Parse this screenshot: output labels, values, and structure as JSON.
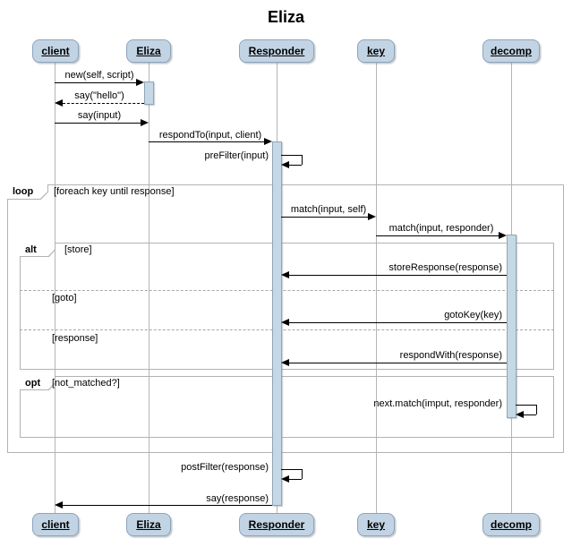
{
  "title": "Eliza",
  "participants": [
    {
      "name": "client"
    },
    {
      "name": "Eliza"
    },
    {
      "name": "Responder"
    },
    {
      "name": "key"
    },
    {
      "name": "decomp"
    }
  ],
  "frames": {
    "loop": {
      "label": "loop",
      "guard": "[foreach key until response]"
    },
    "alt": {
      "label": "alt",
      "guard": "[store]",
      "divider_goto": "[goto]",
      "divider_response": "[response]"
    },
    "opt": {
      "label": "opt",
      "guard": "[not_matched?]"
    }
  },
  "messages": [
    {
      "label": "new(self, script)",
      "type": "solid-right"
    },
    {
      "label": "say(\"hello\")",
      "type": "dashed-return-left"
    },
    {
      "label": "say(input)",
      "type": "solid-right"
    },
    {
      "label": "respondTo(input, client)",
      "type": "solid-right"
    },
    {
      "label": "preFilter(input)",
      "type": "self"
    },
    {
      "label": "match(input, self)",
      "type": "solid-right"
    },
    {
      "label": "match(input, responder)",
      "type": "solid-right"
    },
    {
      "label": "storeResponse(response)",
      "type": "solid-left"
    },
    {
      "label": "gotoKey(key)",
      "type": "solid-left"
    },
    {
      "label": "respondWith(response)",
      "type": "solid-left"
    },
    {
      "label": "next.match(imput, responder)",
      "type": "self"
    },
    {
      "label": "postFilter(response)",
      "type": "self"
    },
    {
      "label": "say(response)",
      "type": "solid-left"
    }
  ],
  "colors": {
    "participant_fill": "#c2d4e4",
    "participant_border": "#8da4bd",
    "activation_fill": "#c4d8e6",
    "activation_border": "#90a4b4",
    "frame_border": "#b2b2b2",
    "lifeline": "#b5b5b5",
    "arrow": "#000000"
  }
}
